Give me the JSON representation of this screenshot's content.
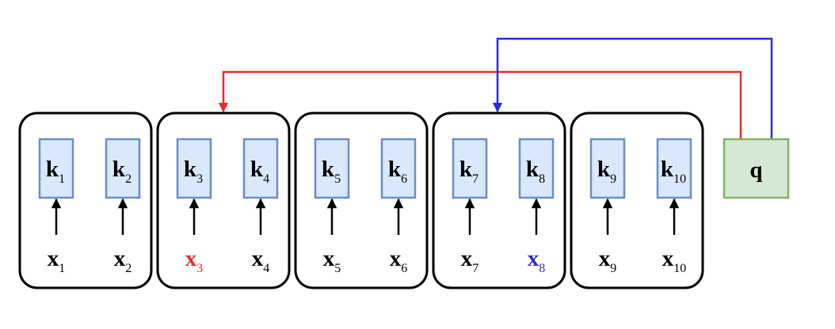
{
  "colors": {
    "red": "#e82c2c",
    "blue": "#2b2bd6",
    "black": "#000000",
    "key_fill": "#dae8fc",
    "key_border": "#6c8ebf",
    "query_fill": "#d5e8d4",
    "query_border": "#82b366"
  },
  "query": {
    "label": "q"
  },
  "groups": [
    {
      "keys": [
        {
          "sym": "k",
          "sub": "1",
          "x_sym": "x",
          "x_sub": "1",
          "highlight": "none"
        },
        {
          "sym": "k",
          "sub": "2",
          "x_sym": "x",
          "x_sub": "2",
          "highlight": "none"
        }
      ]
    },
    {
      "keys": [
        {
          "sym": "k",
          "sub": "3",
          "x_sym": "x",
          "x_sub": "3",
          "highlight": "red"
        },
        {
          "sym": "k",
          "sub": "4",
          "x_sym": "x",
          "x_sub": "4",
          "highlight": "none"
        }
      ]
    },
    {
      "keys": [
        {
          "sym": "k",
          "sub": "5",
          "x_sym": "x",
          "x_sub": "5",
          "highlight": "none"
        },
        {
          "sym": "k",
          "sub": "6",
          "x_sym": "x",
          "x_sub": "6",
          "highlight": "none"
        }
      ]
    },
    {
      "keys": [
        {
          "sym": "k",
          "sub": "7",
          "x_sym": "x",
          "x_sub": "7",
          "highlight": "none"
        },
        {
          "sym": "k",
          "sub": "8",
          "x_sym": "x",
          "x_sub": "8",
          "highlight": "blue"
        }
      ]
    },
    {
      "keys": [
        {
          "sym": "k",
          "sub": "9",
          "x_sym": "x",
          "x_sub": "9",
          "highlight": "none"
        },
        {
          "sym": "k",
          "sub": "10",
          "x_sym": "x",
          "x_sub": "10",
          "highlight": "none"
        }
      ]
    }
  ],
  "connections": [
    {
      "from": "query",
      "to_group": 1,
      "color": "red"
    },
    {
      "from": "query",
      "to_group": 3,
      "color": "blue"
    }
  ]
}
